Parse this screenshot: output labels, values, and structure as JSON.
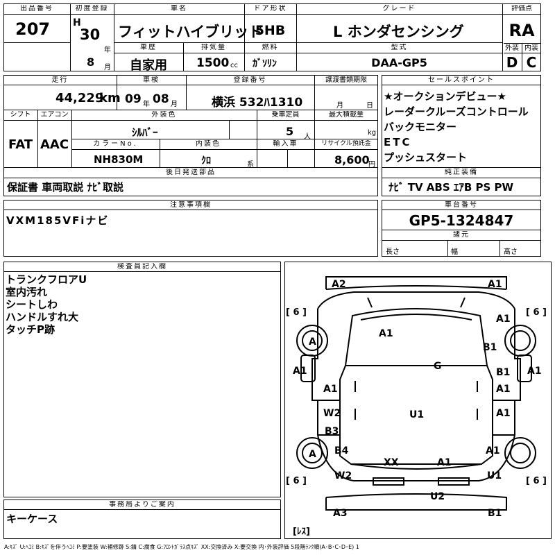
{
  "header": {
    "lot_label": "出品番号",
    "lot": "207",
    "first_reg_label": "初度登録",
    "era": "H",
    "year": "30",
    "year_unit": "年",
    "month": "8",
    "month_unit": "月",
    "name_label": "車名",
    "name": "フィットハイブリッド",
    "door_label": "ドア形状",
    "door": "5HB",
    "grade_label": "グレード",
    "grade": "L ホンダセンシング",
    "score_label": "評価点",
    "score": "RA",
    "history_label": "車歴",
    "history": "自家用",
    "displacement_label": "排気量",
    "displacement": "1500",
    "displacement_unit": "cc",
    "fuel_label": "燃料",
    "fuel": "ｶﾞｿﾘﾝ",
    "model_label": "型式",
    "model": "DAA-GP5",
    "ext_label": "外装",
    "ext": "D",
    "int_label": "内装",
    "int": "C"
  },
  "row2": {
    "mileage_label": "走行",
    "mileage": "44,229",
    "mileage_unit": "km",
    "inspection_label": "車検",
    "insp_y": "09",
    "insp_y_unit": "年",
    "insp_m": "08",
    "insp_m_unit": "月",
    "reg_label": "登録番号",
    "reg": "横浜 532ﾊ1310",
    "transfer_label": "譲渡書類期限",
    "transfer_m": "月",
    "transfer_d": "日",
    "shift_label": "シフト",
    "shift": "FAT",
    "ac_label": "エアコン",
    "ac": "AAC",
    "color_label": "外装色",
    "color": "ｼﾙﾊﾞｰ",
    "capacity_label": "乗車定員",
    "capacity": "5",
    "capacity_unit": "人",
    "load_label": "最大積載量",
    "load_unit": "kg",
    "colorno_label": "カラーNo.",
    "colorno": "NH830M",
    "intcolor_label": "内装色",
    "intcolor": "ｸﾛ",
    "intcolor_unit": "系",
    "import_label": "輸入車",
    "recycle_label": "リサイクル預託金",
    "recycle": "8,600",
    "recycle_unit": "円",
    "later_label": "後日発送部品",
    "later": "保証書 車両取説 ﾅﾋﾞ取説"
  },
  "sales": {
    "label": "セールスポイント",
    "points": [
      "★オークションデビュー★",
      "レーダークルーズコントロール",
      "バックモニター",
      "ETC",
      "プッシュスタート"
    ]
  },
  "equip": {
    "label": "純正装備",
    "value": "ﾅﾋﾞ TV ABS ｴｱB PS PW"
  },
  "notes": {
    "label": "注意事項欄",
    "value": "VXM185VFiナビ"
  },
  "chassis": {
    "label": "車台番号",
    "value": "GP5-1324847",
    "spec_label": "諸元",
    "length": "長さ",
    "width": "幅",
    "height": "高さ"
  },
  "inspector": {
    "label": "検査員記入欄",
    "lines": [
      "トランクフロアU",
      "室内汚れ",
      "シートしわ",
      "ハンドルすれ大",
      "タッチP跡"
    ]
  },
  "office": {
    "label": "事務局よりご案内",
    "value": "キーケース"
  },
  "diagram": {
    "marks": [
      "A2",
      "A1",
      "A1",
      "G",
      "A1",
      "B1",
      "A1",
      "A1",
      "B1",
      "A1",
      "A1",
      "W2",
      "U1",
      "A1",
      "B3",
      "B4",
      "A1",
      "XX",
      "A1",
      "W2",
      "U1",
      "U2",
      "A3",
      "B1",
      "A",
      "A"
    ],
    "tire": [
      "[ 6 ]",
      "[ 6 ]",
      "[ 6 ]",
      "[ 6 ]"
    ],
    "less": "[ﾚｽ]"
  },
  "legend": "A:ｷｽﾞ U:ﾍｺﾐ B:ｷｽﾞを伴うﾍｺﾐ P:要塗装 W:補修跡 S:錆 C:腐食 G:ﾌﾛﾝﾄｶﾞﾗｽ点ｷｽﾞ XX:交換済み X:要交換 内･外装評価 5段階ﾗﾝｸ順(A･B･C･D･E) 1"
}
